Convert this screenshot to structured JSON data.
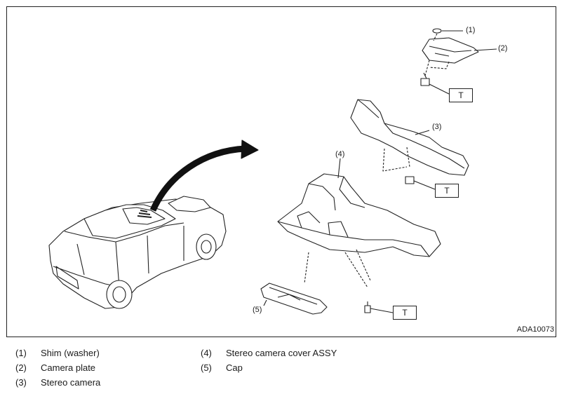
{
  "figure_id": "ADA10073",
  "callouts": [
    "(1)",
    "(2)",
    "(3)",
    "(4)",
    "(5)"
  ],
  "torque_marker": "T",
  "legend": [
    {
      "num": "(1)",
      "label": "Shim (washer)"
    },
    {
      "num": "(2)",
      "label": "Camera plate"
    },
    {
      "num": "(3)",
      "label": "Stereo camera"
    },
    {
      "num": "(4)",
      "label": "Stereo camera cover ASSY"
    },
    {
      "num": "(5)",
      "label": "Cap"
    }
  ]
}
